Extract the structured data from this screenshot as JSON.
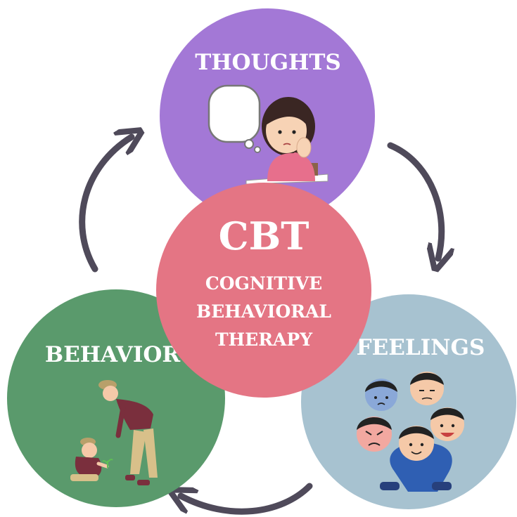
{
  "center": {
    "title": "CBT",
    "subtitle_lines": [
      "COGNITIVE",
      "BEHAVIORAL",
      "THERAPY"
    ]
  },
  "nodes": {
    "thoughts": {
      "label": "THOUGHTS"
    },
    "feelings": {
      "label": "FEELINGS"
    },
    "behavior": {
      "label": "BEHAVIOR"
    }
  },
  "colors": {
    "thoughts": "#a378d6",
    "feelings": "#a7c2d0",
    "behavior": "#5a9a6c",
    "center": "#e47584",
    "arrow": "#4f4a5a"
  },
  "icons": {
    "thoughts": "thinking-girl-icon",
    "feelings": "emotional-faces-icon",
    "behavior": "gardeners-icon",
    "arrows": "cycle-arrow-icon"
  }
}
